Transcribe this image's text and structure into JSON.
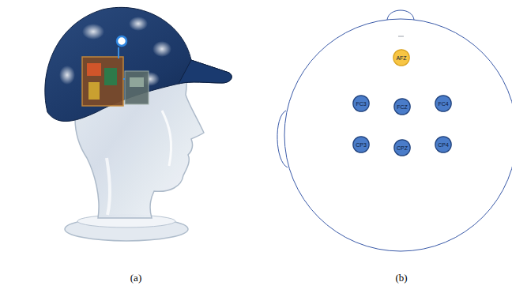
{
  "diagram": {
    "nodes": [
      {
        "text": [
          "AFZ"
        ]
      },
      {
        "text": [
          "FC3"
        ]
      },
      {
        "text": [
          "FCZ"
        ]
      },
      {
        "text": [
          "FC4"
        ]
      },
      {
        "text": [
          "CP3"
        ]
      },
      {
        "text": [
          "CPZ"
        ]
      },
      {
        "text": [
          "CP4"
        ]
      }
    ],
    "labels": [
      "(a)",
      "(b)"
    ]
  }
}
